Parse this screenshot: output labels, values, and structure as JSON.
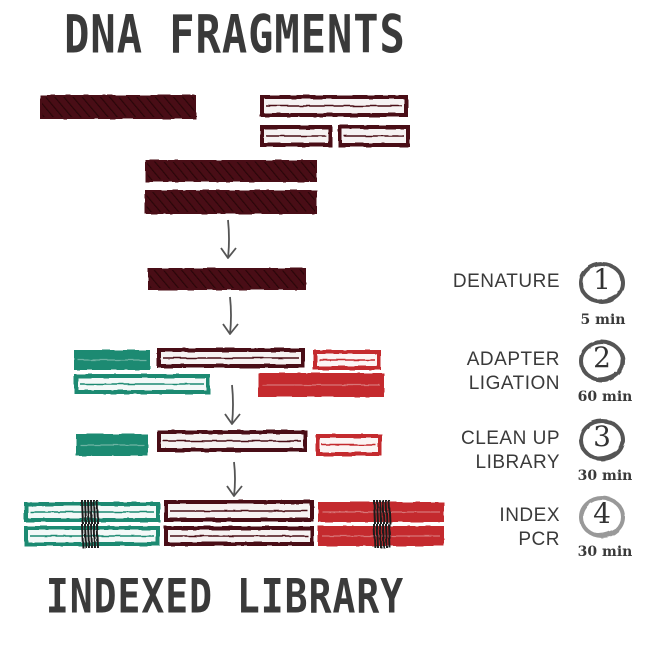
{
  "title_top": "DNA FRAGMENTS",
  "title_bottom": "INDEXED LIBRARY",
  "colors": {
    "dna": "#4a0f12",
    "adapter_left": "#1f8a72",
    "adapter_right": "#c42a2e",
    "index_mark": "#1a1a1a",
    "arrow": "#555555",
    "text": "#3a3a3a"
  },
  "steps": [
    {
      "number": "1",
      "label_lines": [
        "DENATURE"
      ],
      "time": "5 min"
    },
    {
      "number": "2",
      "label_lines": [
        "ADAPTER",
        "LIGATION"
      ],
      "time": "60 min"
    },
    {
      "number": "3",
      "label_lines": [
        "CLEAN UP",
        "LIBRARY"
      ],
      "time": "30 min"
    },
    {
      "number": "4",
      "label_lines": [
        "INDEX",
        "PCR"
      ],
      "time": "30 min"
    }
  ]
}
